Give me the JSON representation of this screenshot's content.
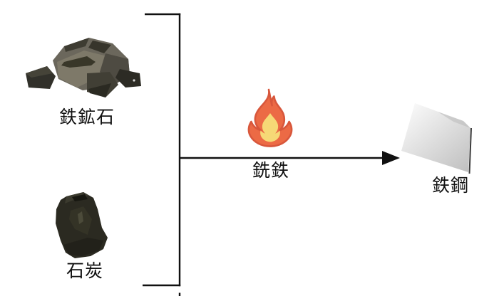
{
  "diagram": {
    "title": "iron-steel-production-flow",
    "background": "#ffffff",
    "line_color": "#111111",
    "inputs": [
      {
        "id": "iron-ore",
        "label": "鉄鉱石"
      },
      {
        "id": "coal",
        "label": "石炭"
      }
    ],
    "process": {
      "icon": "fire-icon",
      "arrow_label": "銑鉄"
    },
    "output": {
      "id": "steel",
      "label": "鉄鋼"
    },
    "colors": {
      "flame_orange": "#ec6a45",
      "flame_outline": "#d8573c",
      "flame_yellow": "#f6d976",
      "ore_body": "#6b675c",
      "ore_face_light": "#7e7969",
      "ore_facet_dark": "#4e4b42",
      "coal_body": "#2b2a21",
      "steel_light": "#fbfbfb",
      "steel_dark": "#c0c0c0",
      "steel_edge": "#3c3c3c"
    }
  }
}
